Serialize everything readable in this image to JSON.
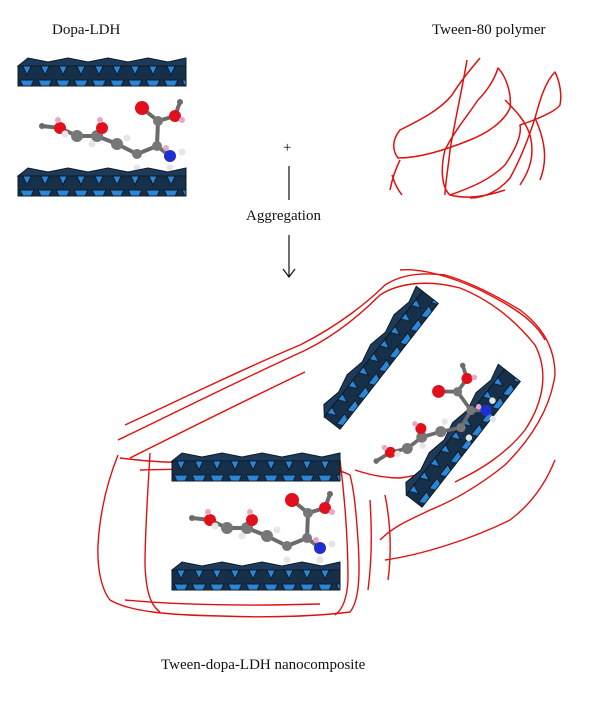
{
  "labels": {
    "dopa_ldh": "Dopa-LDH",
    "tween_polymer": "Tween-80 polymer",
    "plus": "+",
    "process": "Aggregation",
    "product": "Tween-dopa-LDH nanocomposite"
  },
  "colors": {
    "ldh_dark": "#1b3550",
    "ldh_face": "#2a86d8",
    "polymer": "#e01010",
    "carbon": "#6b6b6b",
    "oxygen": "#e0101c",
    "nitrogen": "#1d2fd0",
    "hydrogen": "#e6e6e6",
    "hydroxyl_h": "#e9a6c6"
  }
}
